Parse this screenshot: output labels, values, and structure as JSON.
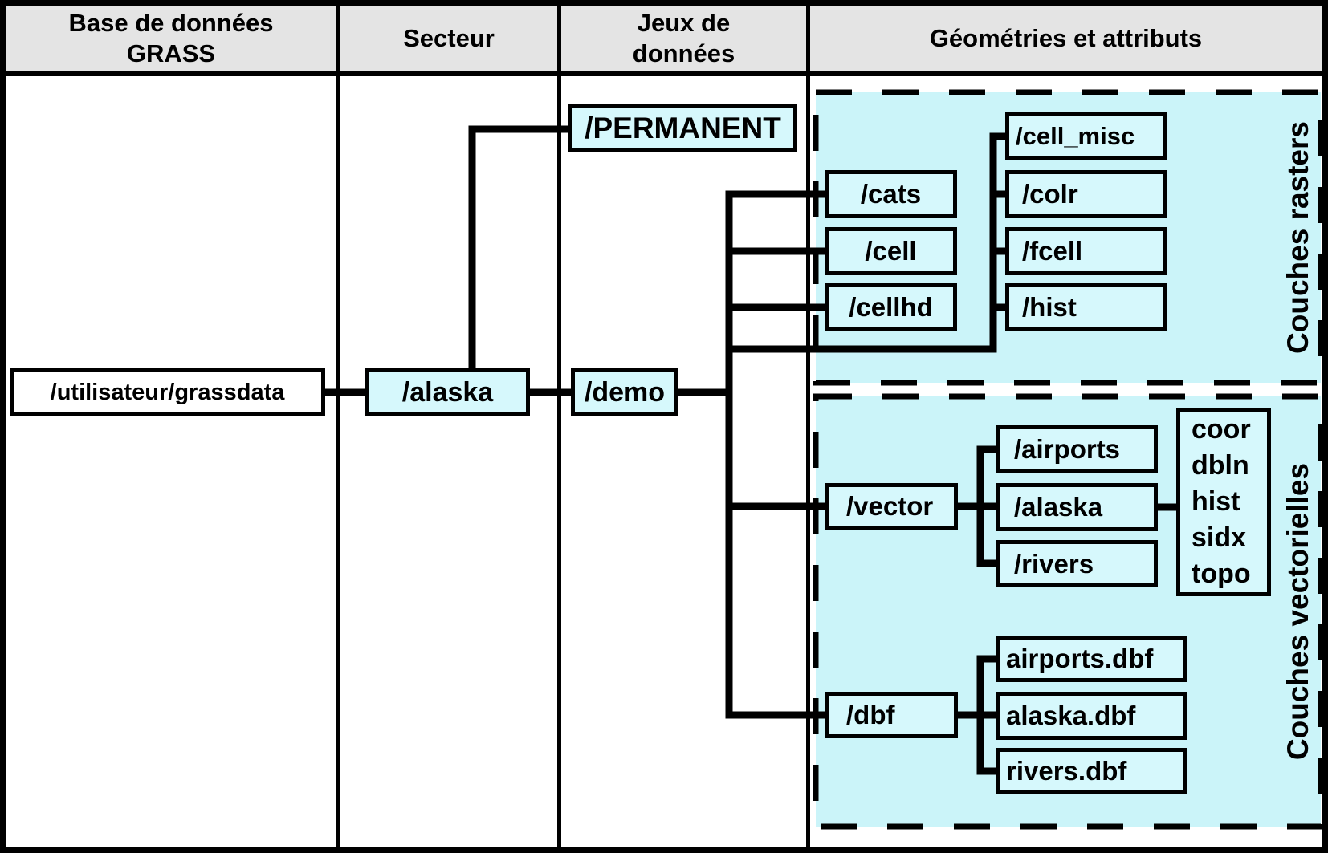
{
  "columns": [
    {
      "label": "Base de données\nGRASS"
    },
    {
      "label": "Secteur"
    },
    {
      "label": "Jeux de\ndonnées"
    },
    {
      "label": "Géométries et attributs"
    }
  ],
  "nodes": {
    "grassdata": "/utilisateur/grassdata",
    "location_alaska": "/alaska",
    "mapset_permanent": "/PERMANENT",
    "mapset_demo": "/demo",
    "cats": "/cats",
    "cell": "/cell",
    "cellhd": "/cellhd",
    "cell_misc": "/cell_misc",
    "colr": "/colr",
    "fcell": "/fcell",
    "hist": "/hist",
    "vector": "/vector",
    "vector_airports": "/airports",
    "vector_alaska": "/alaska",
    "vector_rivers": "/rivers",
    "vector_files": [
      "coor",
      "dbln",
      "hist",
      "sidx",
      "topo"
    ],
    "dbf": "/dbf",
    "dbf_airports": "airports.dbf",
    "dbf_alaska": "alaska.dbf",
    "dbf_rivers": "rivers.dbf"
  },
  "regions": {
    "raster_label": "Couches rasters",
    "vector_label": "Couches vectorielles"
  },
  "colors": {
    "header_fill": "#e4e4e4",
    "region_fill": "#cbf4f9",
    "box_fill": "#d6f8fc",
    "line": "#000000"
  }
}
